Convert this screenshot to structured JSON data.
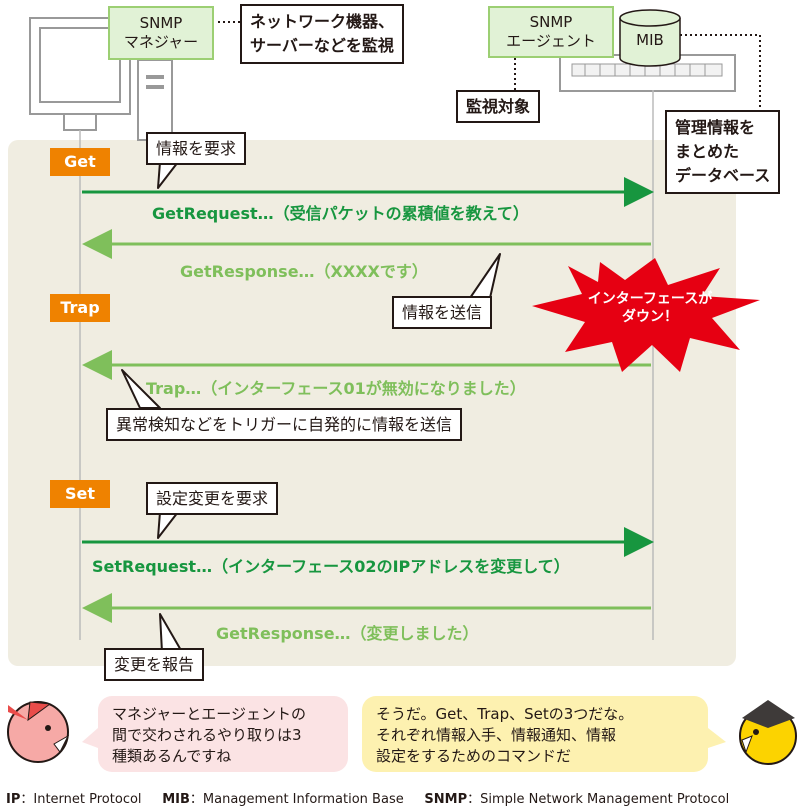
{
  "manager_label": [
    "SNMP",
    "マネジャー"
  ],
  "manager_note": [
    "ネットワーク機器、",
    "サーバーなどを監視"
  ],
  "agent_label": [
    "SNMP",
    "エージェント"
  ],
  "mib_label": "MIB",
  "monitored_label": "監視対象",
  "mib_note": [
    "管理情報を",
    "まとめた",
    "データベース"
  ],
  "sections": {
    "get": {
      "tag": "Get",
      "callout": "情報を要求",
      "request": "GetRequest…（受信パケットの累積値を教えて）",
      "response": "GetResponse…（XXXXです）"
    },
    "trap": {
      "tag": "Trap",
      "callout": "情報を送信",
      "burst": [
        "インターフェースが",
        "ダウン！"
      ],
      "message": "Trap…（インターフェース01が無効になりました）",
      "note": "異常検知などをトリガーに自発的に情報を送信"
    },
    "set": {
      "tag": "Set",
      "callout": "設定変更を要求",
      "request": "SetRequest…（インターフェース02のIPアドレスを変更して）",
      "response": "GetResponse…（変更しました）",
      "note": "変更を報告"
    }
  },
  "bubble_left": [
    "マネジャーとエージェントの",
    "間で交わされるやり取りは3",
    "種類あるんですね"
  ],
  "bubble_right": [
    "そうだ。Get、Trap、Setの3つだな。",
    "それぞれ情報入手、情報通知、情報",
    "設定をするためのコマンドだ"
  ],
  "footer": {
    "ip_abbr": "IP",
    "ip_full": "Internet Protocol",
    "mib_abbr": "MIB",
    "mib_full": "Management Information Base",
    "snmp_abbr": "SNMP",
    "snmp_full": "Simple Network Management Protocol",
    "sep": "："
  },
  "colors": {
    "orange": "#ef8200",
    "green_dark": "#17963f",
    "green_light": "#7fbf5b",
    "panel": "#f0ede1",
    "burst_red": "#e60012",
    "bubble_pink": "#fbe3e4",
    "bubble_yellow": "#fdf1b0"
  }
}
